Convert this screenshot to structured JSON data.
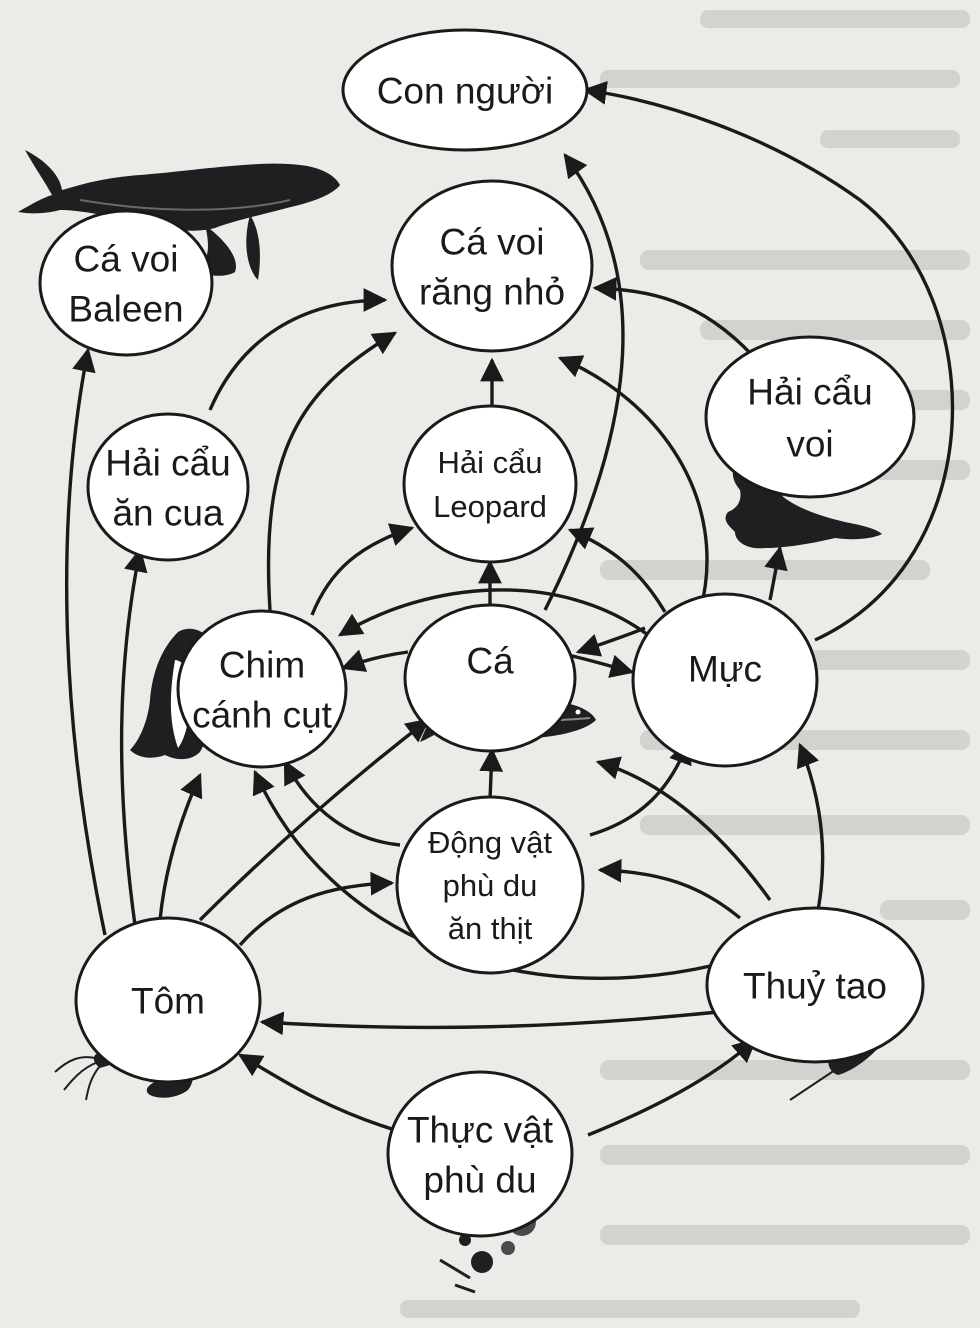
{
  "nodes": {
    "con_nguoi": {
      "lines": [
        "Con người"
      ]
    },
    "ca_voi_baleen": {
      "lines": [
        "Cá voi",
        "Baleen"
      ]
    },
    "ca_voi_rang_nho": {
      "lines": [
        "Cá voi",
        "răng nhỏ"
      ]
    },
    "hai_cau_voi": {
      "lines": [
        "Hải cẩu",
        "voi"
      ]
    },
    "hai_cau_an_cua": {
      "lines": [
        "Hải cẩu",
        "ăn cua"
      ]
    },
    "hai_cau_leopard": {
      "lines": [
        "Hải cẩu",
        "Leopard"
      ]
    },
    "chim_canh_cut": {
      "lines": [
        "Chim",
        "cánh cụt"
      ]
    },
    "ca": {
      "lines": [
        "Cá"
      ]
    },
    "muc": {
      "lines": [
        "Mực"
      ]
    },
    "dong_vat_phu_du": {
      "lines": [
        "Động vật",
        "phù du",
        "ăn thịt"
      ]
    },
    "tom": {
      "lines": [
        "Tôm"
      ]
    },
    "thuy_tao": {
      "lines": [
        "Thuỷ tao"
      ]
    },
    "thuc_vat_phu_du": {
      "lines": [
        "Thực vật",
        "phù du"
      ]
    }
  },
  "icons": {
    "whale": "whale-icon",
    "seal": "elephant-seal-icon",
    "penguin": "penguin-icon",
    "fish": "fish-icon",
    "squid": "squid-icon",
    "shrimp": "shrimp-icon",
    "copepod": "copepod-icon",
    "phytoplankton": "phytoplankton-icon"
  },
  "colors": {
    "ink": "#1a1a1a",
    "paper": "#ecebe7",
    "node_fill": "#ffffff"
  }
}
